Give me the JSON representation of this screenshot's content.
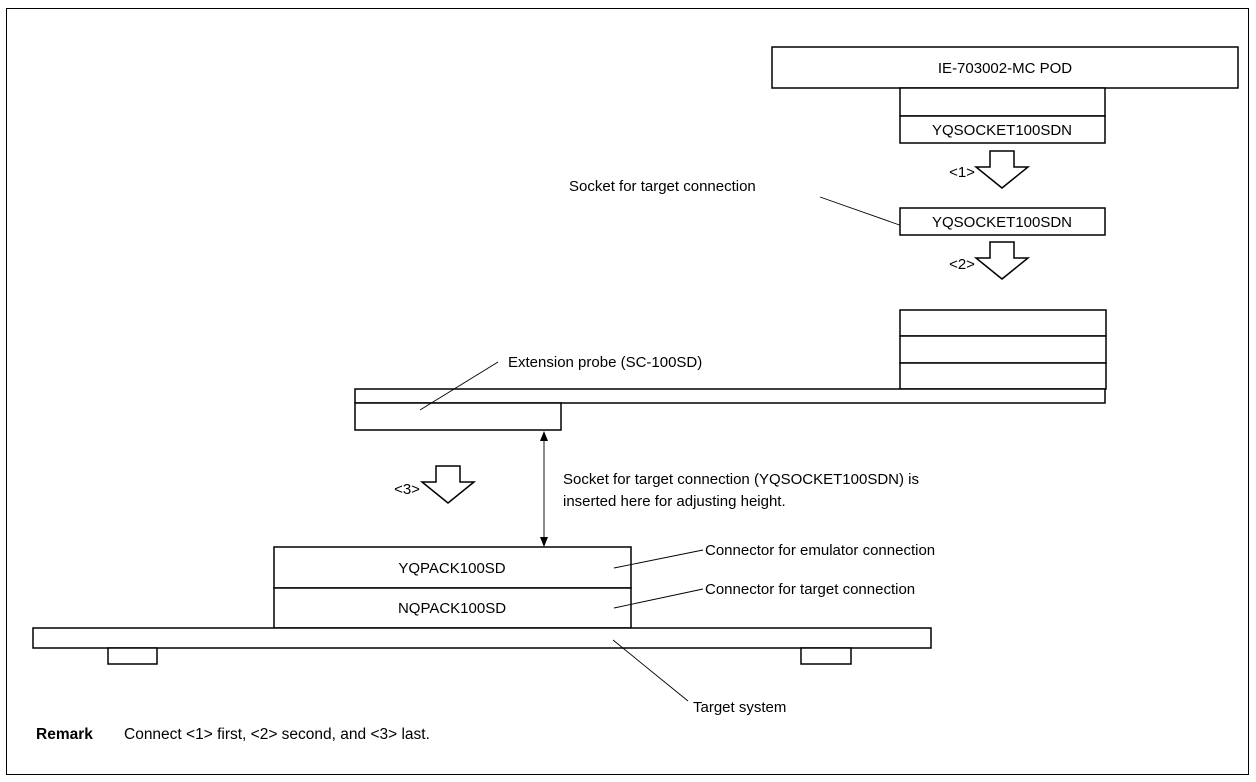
{
  "diagram": {
    "pod_label": "IE-703002-MC POD",
    "socket_on_pod_label": "YQSOCKET100SDN",
    "socket_label": "YQSOCKET100SDN",
    "socket_callout": "Socket for target connection",
    "step1": "<1>",
    "step2": "<2>",
    "step3": "<3>",
    "probe_callout": "Extension probe (SC-100SD)",
    "height_note_line1": "Socket for target connection (YQSOCKET100SDN) is",
    "height_note_line2": "inserted here for adjusting height.",
    "emulator_connector_label": "YQPACK100SD",
    "emulator_connector_callout": "Connector for emulator connection",
    "target_connector_label": "NQPACK100SD",
    "target_connector_callout": "Connector for target connection",
    "target_system_callout": "Target system"
  },
  "remark": {
    "heading": "Remark",
    "text": "Connect <1> first, <2> second, and <3> last."
  }
}
